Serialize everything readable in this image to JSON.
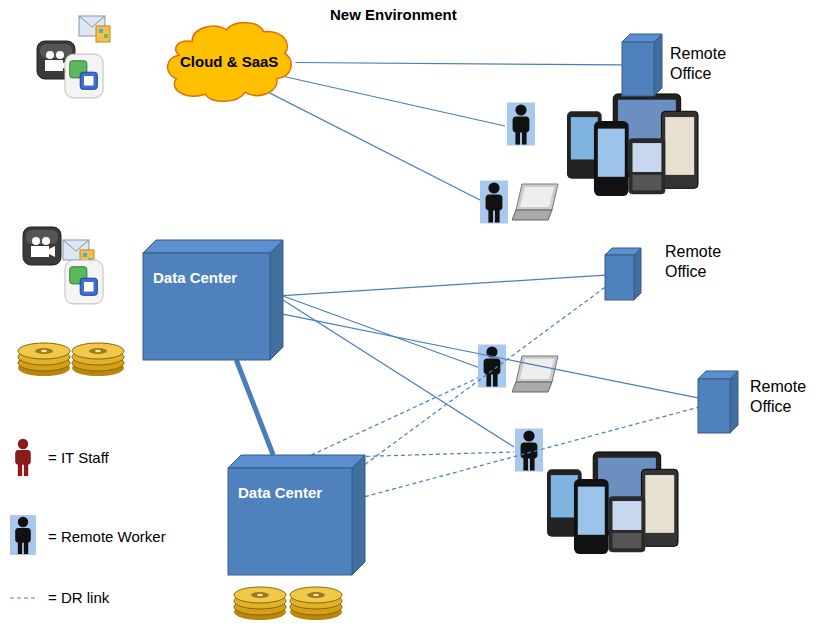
{
  "diagram": {
    "title": "New Environment",
    "nodes": [
      {
        "text": [
          "Cloud & SaaS"
        ]
      },
      {
        "text": [
          "Remote Office"
        ]
      },
      {
        "text": [
          "Data Center"
        ]
      },
      {
        "text": [
          "Remote Office"
        ]
      },
      {
        "text": [
          "Remote Office"
        ]
      },
      {
        "text": [
          "Data Center"
        ]
      }
    ],
    "edges": [
      {
        "from": 0,
        "to": 1,
        "arrow": "none"
      },
      {
        "from": 2,
        "to": 3,
        "arrow": "none"
      },
      {
        "from": 2,
        "to": 4,
        "arrow": "none"
      },
      {
        "from": 2,
        "to": 5,
        "arrow": "none"
      },
      {
        "from": 5,
        "to": 3,
        "arrow": "none"
      },
      {
        "from": 5,
        "to": 4,
        "arrow": "none"
      }
    ],
    "legend": [
      {
        "text": "= IT Staff"
      },
      {
        "text": "= Remote Worker"
      },
      {
        "text": "= DR link"
      }
    ]
  }
}
